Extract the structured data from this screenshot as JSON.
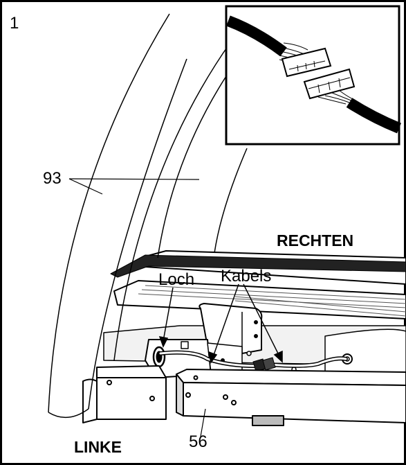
{
  "figure": {
    "step_number": "1",
    "callouts": {
      "part_93": "93",
      "part_56": "56",
      "hole": "Loch",
      "wires": "Kabels"
    },
    "side_labels": {
      "right": "RECHTEN",
      "left": "LINKE"
    },
    "inset": {
      "content": "wire-connector-detail"
    }
  }
}
